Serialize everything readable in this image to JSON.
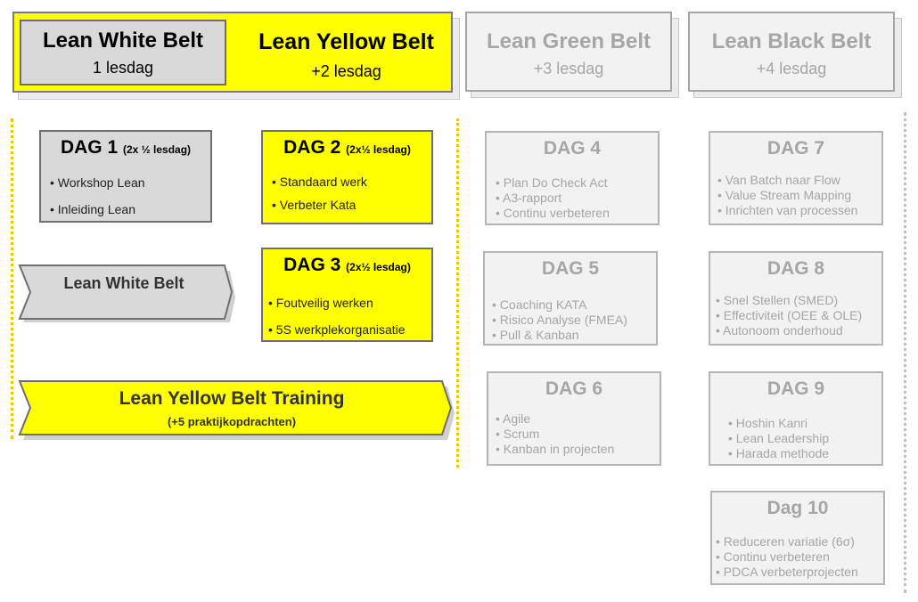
{
  "colors": {
    "yellow": "#ffff00",
    "white_belt_fill": "#d9d9d9",
    "inactive_fill": "#f2f2f2",
    "inactive_text": "#a6a6a6",
    "dotted_yellow": "#f5c400",
    "dotted_grey": "#c0c0c0"
  },
  "belts": {
    "white": {
      "title": "Lean White Belt",
      "sub": "1 lesdag"
    },
    "yellow": {
      "title": "Lean Yellow Belt",
      "sub": "+2 lesdag"
    },
    "green": {
      "title": "Lean Green Belt",
      "sub": "+3 lesdag"
    },
    "black": {
      "title": "Lean Black Belt",
      "sub": "+4 lesdag"
    }
  },
  "days": {
    "d1": {
      "title": "DAG 1",
      "note": "(2x ½ lesdag)",
      "items": [
        "• Workshop Lean",
        "• Inleiding Lean"
      ]
    },
    "d2": {
      "title": "DAG 2",
      "note": "(2x½ lesdag)",
      "items": [
        "• Standaard werk",
        "• Verbeter Kata"
      ]
    },
    "d3": {
      "title": "DAG 3",
      "note": "(2x½ lesdag)",
      "items": [
        "• Foutveilig werken",
        "• 5S werkplekorganisatie"
      ]
    },
    "d4": {
      "title": "DAG 4",
      "items": [
        "• Plan Do Check Act",
        "• A3-rapport",
        "• Continu verbeteren"
      ]
    },
    "d5": {
      "title": "DAG 5",
      "items": [
        "• Coaching KATA",
        "• Risico Analyse (FMEA)",
        "• Pull & Kanban"
      ]
    },
    "d6": {
      "title": "DAG 6",
      "items": [
        "• Agile",
        "• Scrum",
        "• Kanban in projecten"
      ]
    },
    "d7": {
      "title": "DAG 7",
      "items": [
        "• Van Batch naar Flow",
        "• Value Stream Mapping",
        "• Inrichten van processen"
      ]
    },
    "d8": {
      "title": "DAG 8",
      "items": [
        "• Snel Stellen (SMED)",
        "• Effectiviteit (OEE & OLE)",
        "• Autonoom onderhoud"
      ]
    },
    "d9": {
      "title": "DAG 9",
      "items": [
        "• Hoshin Kanri",
        "• Lean Leadership",
        "• Harada methode"
      ]
    },
    "d10": {
      "title": "Dag 10",
      "items": [
        "• Reduceren variatie (6σ)",
        "• Continu verbeteren",
        "• PDCA verbeterprojecten"
      ]
    }
  },
  "arrows": {
    "white": {
      "label": "Lean White Belt"
    },
    "yellow": {
      "label": "Lean Yellow Belt Training",
      "sub": "(+5 praktijkopdrachten)"
    }
  }
}
